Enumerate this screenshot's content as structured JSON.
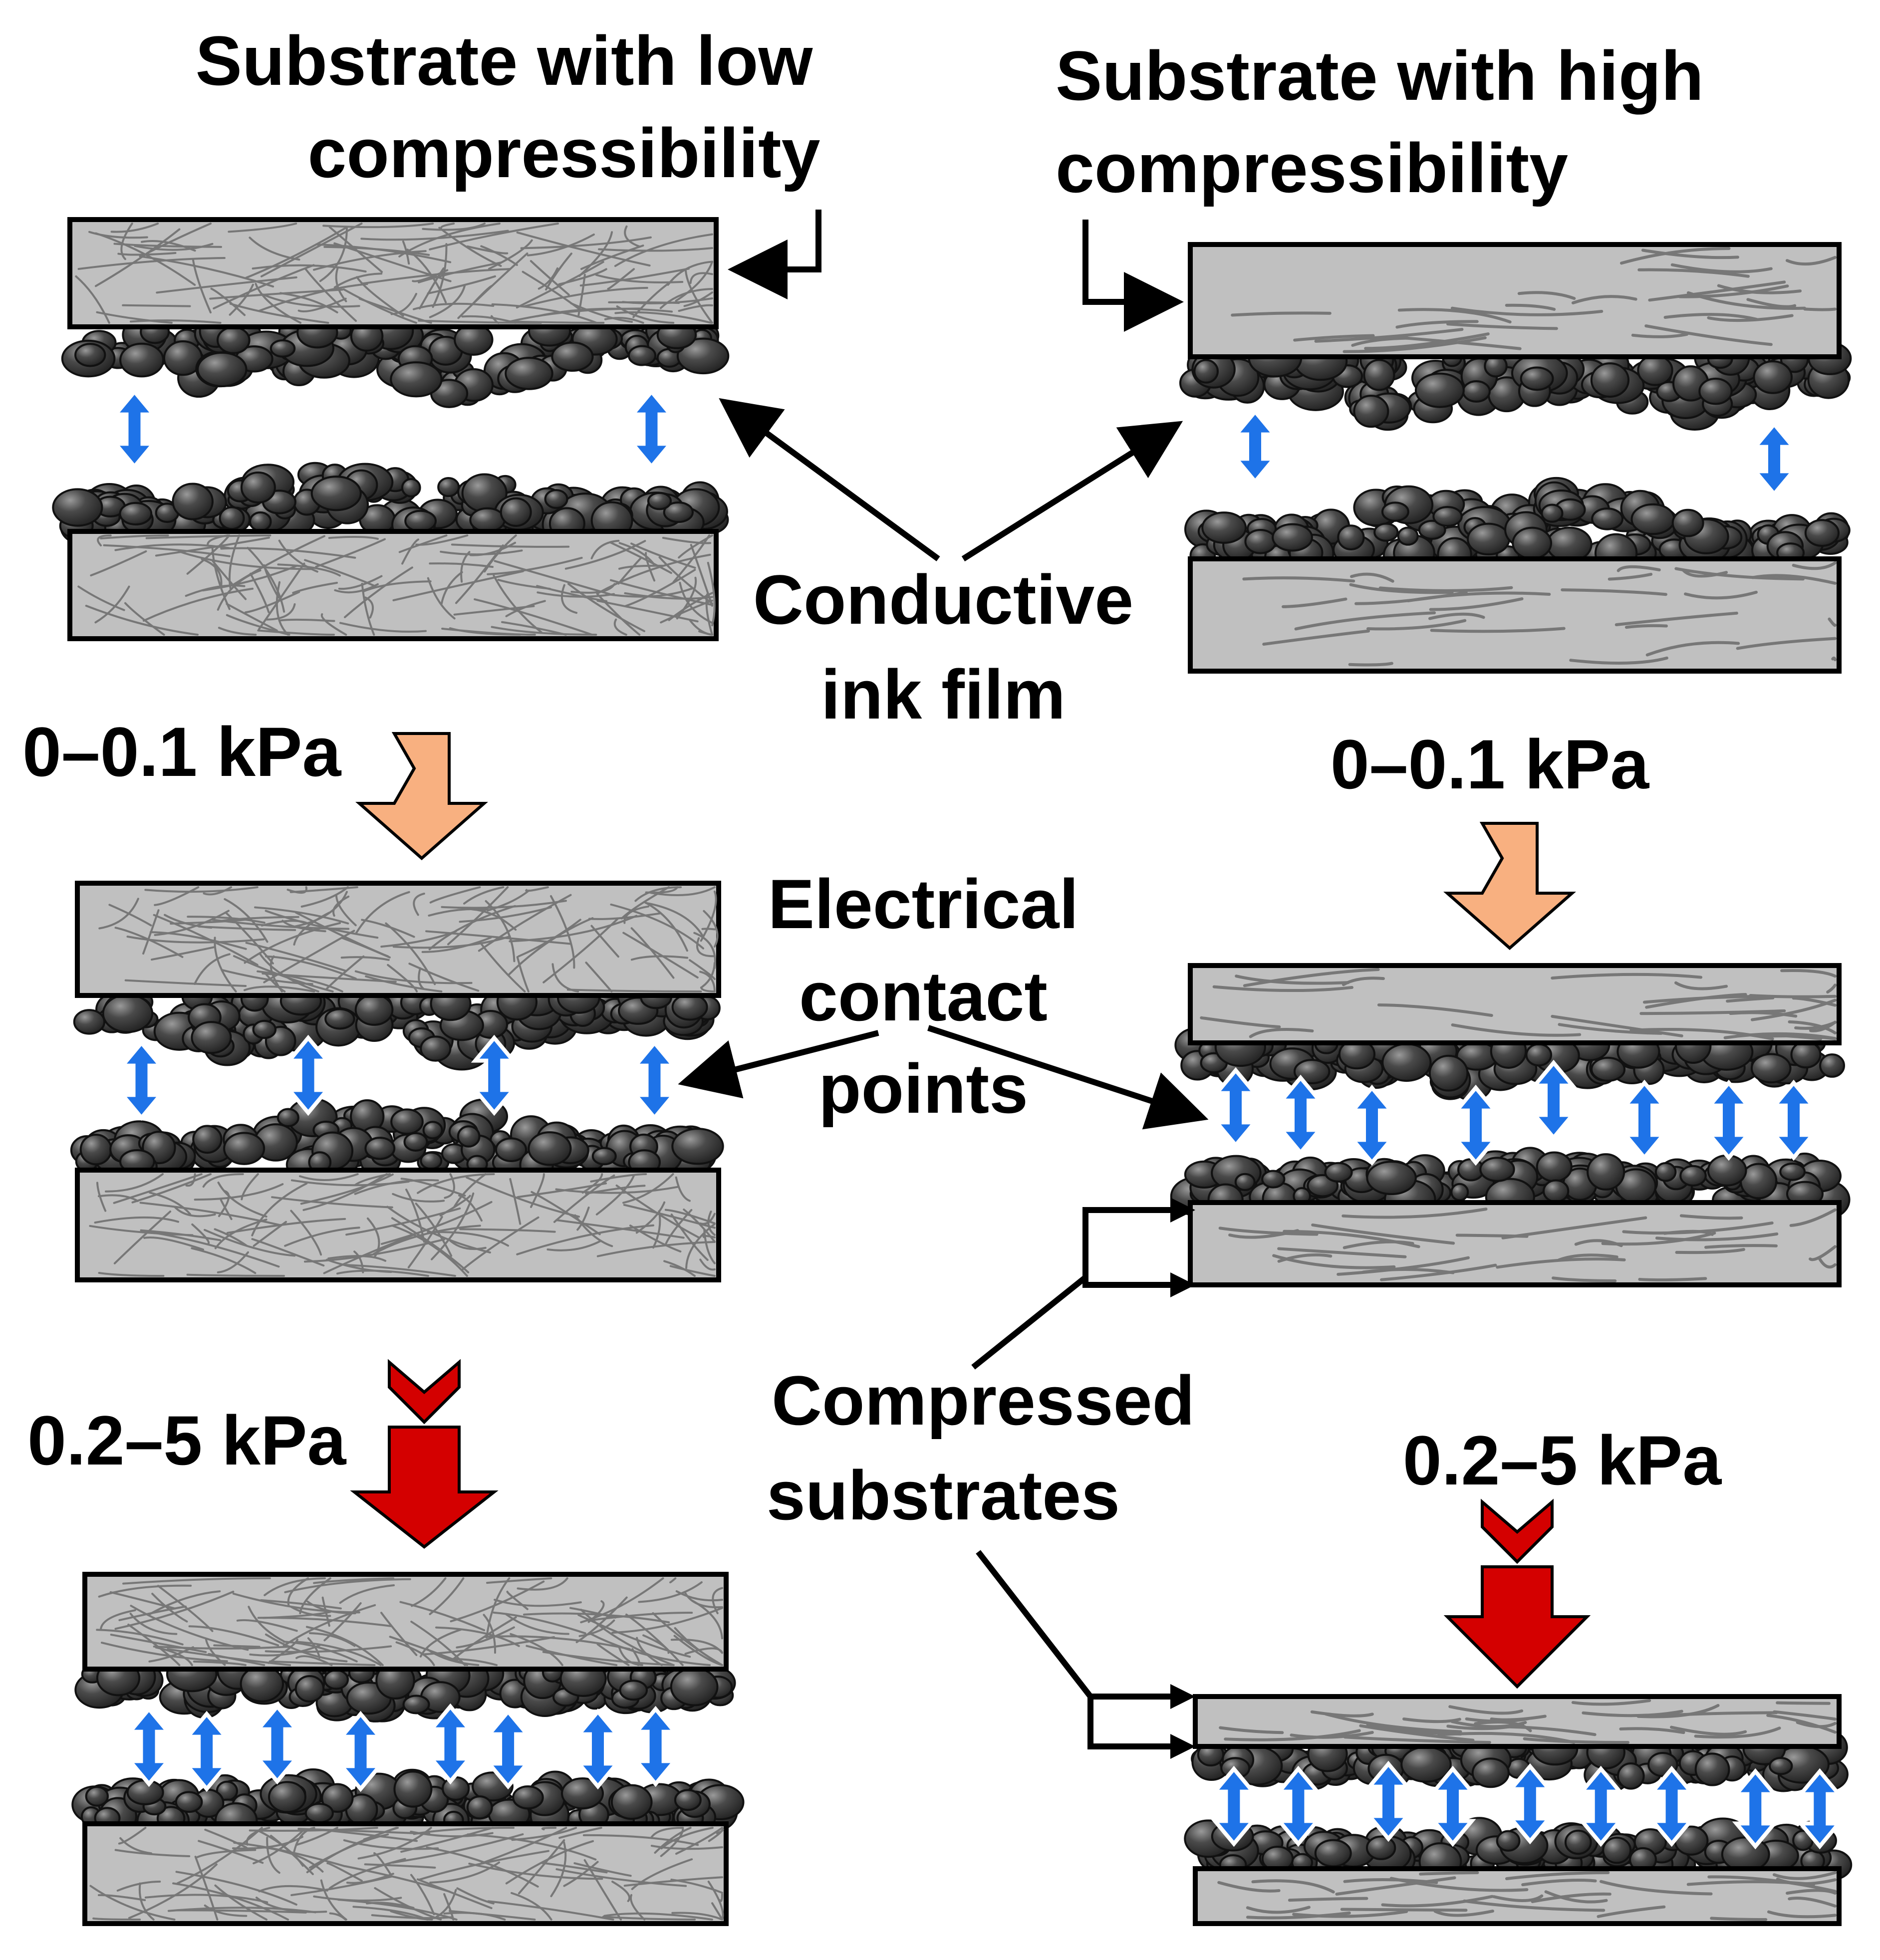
{
  "labels": {
    "low_title_1": "Substrate with low",
    "low_title_2": "compressibility",
    "high_title_1": "Substrate with high",
    "high_title_2": "compressibility",
    "ink_1": "Conductive",
    "ink_2": "ink film",
    "contact_1": "Electrical",
    "contact_2": "contact",
    "contact_3": "points",
    "compressed_1": "Compressed",
    "compressed_2": "substrates",
    "p_low_left": "0–0.1 kPa",
    "p_high_left": "0.2–5 kPa",
    "p_low_right": "0–0.1 kPa",
    "p_high_right": "0.2–5 kPa"
  },
  "colors": {
    "substrate_fill": "#c0c0c0",
    "fiber": "#777777",
    "particle": "#4a4a4a",
    "contact_arrow": "#1e73e8",
    "low_pressure_arrow": "#f8b080",
    "high_pressure_arrow": "#d40000"
  }
}
